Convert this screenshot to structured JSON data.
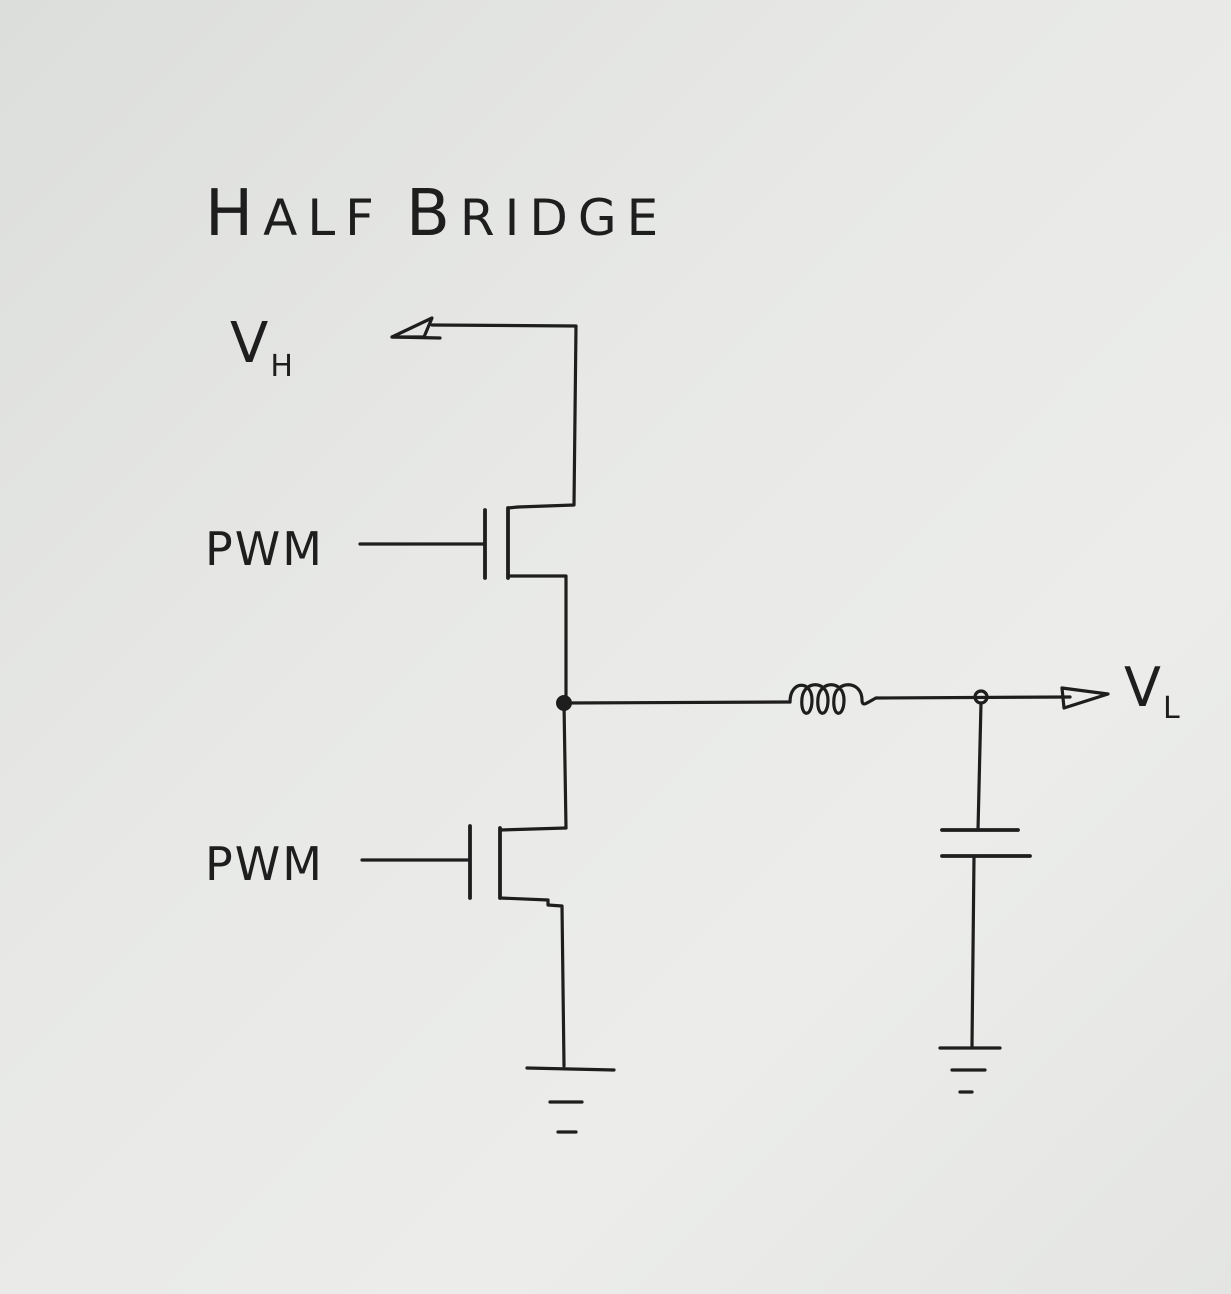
{
  "title": {
    "first": "H",
    "first_rest": "ALF",
    "second": "B",
    "second_rest": "RIDGE"
  },
  "labels": {
    "vh_main": "V",
    "vh_sub": "H",
    "vl_main": "V",
    "vl_sub": "L",
    "pwm_top": "PWM",
    "pwm_bottom": "PWM"
  },
  "colors": {
    "ink": "#1e1e1e",
    "paper": "#e6e7e5"
  }
}
